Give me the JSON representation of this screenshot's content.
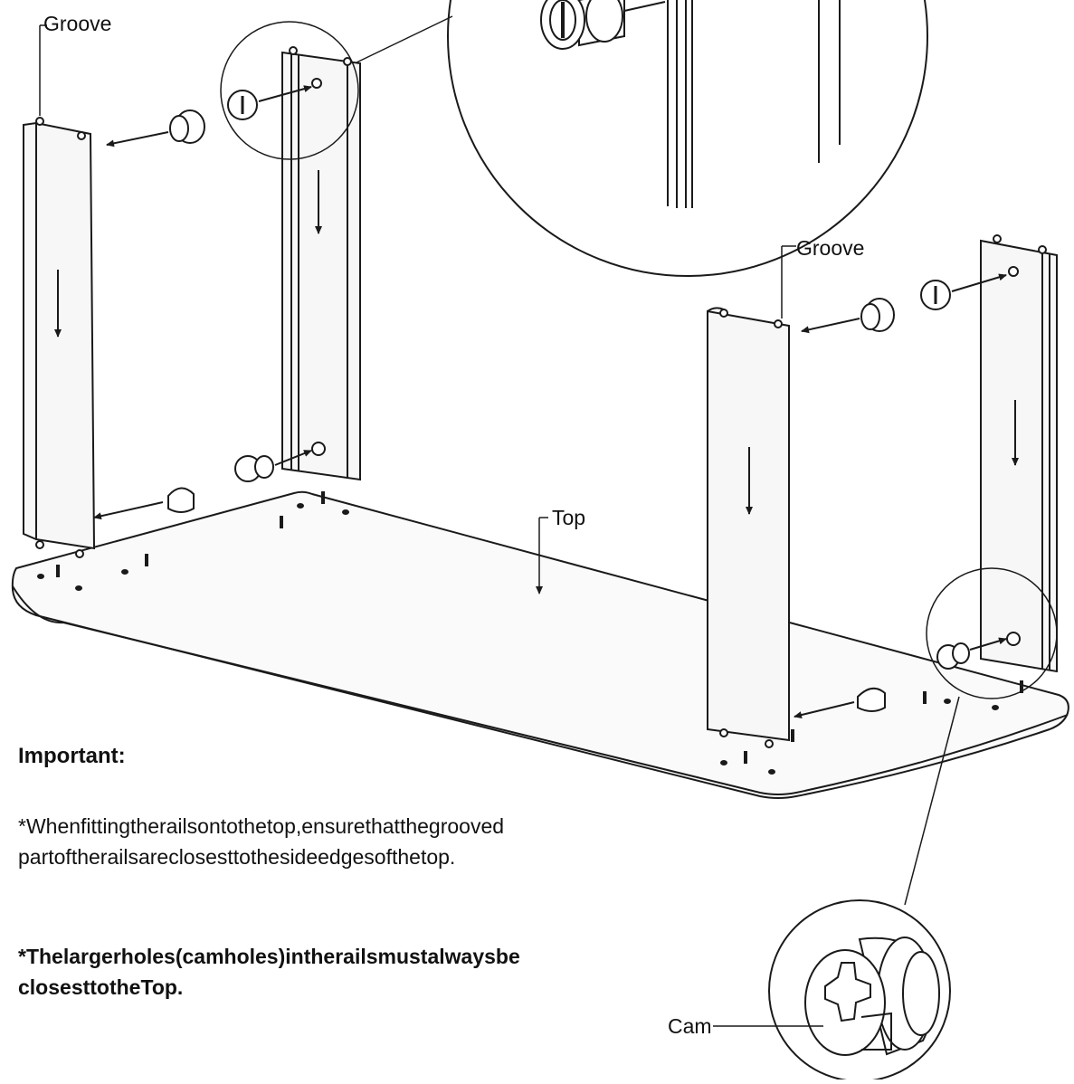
{
  "labels": {
    "groove_left": "Groove",
    "groove_right": "Groove",
    "top": "Top",
    "cam": "Cam"
  },
  "notes": {
    "heading": "Important:",
    "note1_line1": "*Whenfittingtherailsontothetop,ensurethatthegrooved",
    "note1_line2": "partoftherailsareclosesttothesideedgesofthetop.",
    "note2_line1": "*Thelargerholes(camholes)intherailsmustalwaysbe",
    "note2_line2": "closesttotheTop."
  },
  "colors": {
    "line": "#1a1a1a",
    "panel": "#f7f7f7",
    "background": "#ffffff"
  }
}
